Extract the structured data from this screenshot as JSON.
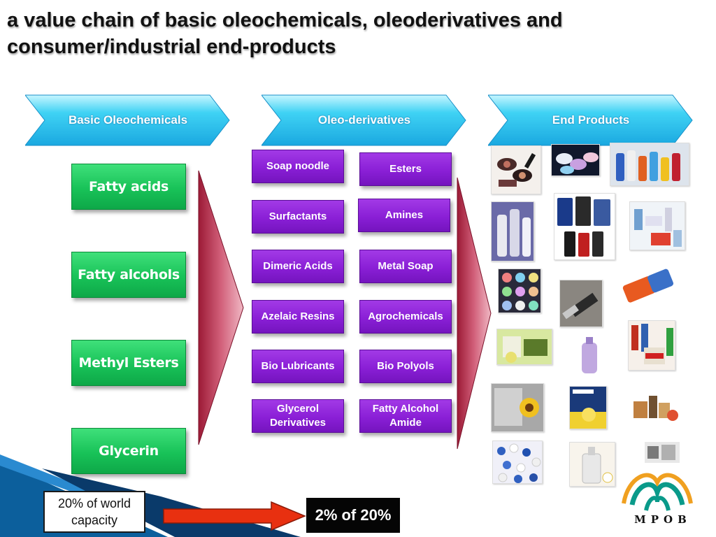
{
  "title": {
    "line1": "a value chain of basic oleochemicals, oleoderivatives and",
    "line2": "consumer/industrial end-products"
  },
  "headers": {
    "basic": "Basic Oleochemicals",
    "derivatives": "Oleo-derivatives",
    "end": "End Products"
  },
  "basic_oleochemicals": [
    "Fatty acids",
    "Fatty alcohols",
    "Methyl Esters",
    "Glycerin"
  ],
  "oleo_derivatives": [
    "Soap noodle",
    "Esters",
    "Surfactants",
    "Amines",
    "Dimeric Acids",
    "Metal Soap",
    "Azelaic Resins",
    "Agrochemicals",
    "Bio Lubricants",
    "Bio Polyols",
    "Glycerol Derivatives",
    "Fatty Alcohol Amide"
  ],
  "end_products_images": [
    "cosmetics",
    "soap-bars",
    "cleaning-bottles",
    "shampoo-bottles",
    "lubricant-cans",
    "personal-care",
    "colored-pigments",
    "scraper-tool",
    "eraser",
    "food-pack",
    "fabric-softener",
    "adhesive-products",
    "map-sunflower",
    "biodiesel",
    "consumer-goods",
    "pills",
    "glycerin-bottle",
    "tubes"
  ],
  "footer": {
    "capacity": "20% of world\ncapacity",
    "ratio": "2% of 20%",
    "logo": "MPOB"
  },
  "colors": {
    "chevron": "#2fc6ee",
    "green": "#18c258",
    "purple": "#8a1fd6",
    "big_arrow": "#c0304a",
    "footer_arrow": "#e03010",
    "logo_teal": "#0a9a8a"
  }
}
